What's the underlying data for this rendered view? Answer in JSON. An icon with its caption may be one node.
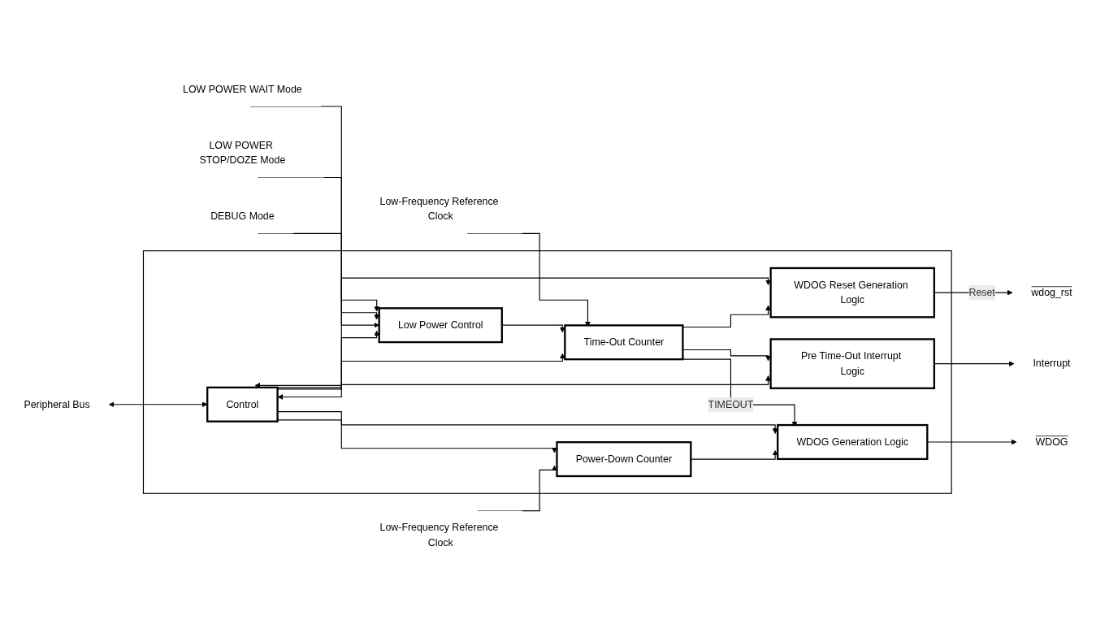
{
  "diagram": {
    "nodes": [
      {
        "text": [],
        "shape": "box"
      },
      {
        "text": [
          "LOW POWER WAIT Mode"
        ]
      },
      {
        "text": [
          "LOW POWER STOP/DOZE Mode"
        ]
      },
      {
        "text": [
          "DEBUG Mode"
        ]
      },
      {
        "text": [
          "Low-Frequency Reference Clock"
        ]
      },
      {
        "text": [
          "Low Power Control"
        ],
        "in": 0
      },
      {
        "text": [
          "Time-Out Counter"
        ],
        "in": 0
      },
      {
        "text": [
          "WDOG Reset Generation Logic"
        ],
        "in": 0
      },
      {
        "text": [
          "wdog_rst"
        ]
      },
      {
        "text": [
          "Peripheral Bus"
        ]
      },
      {
        "text": [
          "Control"
        ],
        "in": 0
      },
      {
        "text": [
          "Pre Time-Out Interrupt Logic"
        ],
        "in": 0
      },
      {
        "text": [
          "Interrupt"
        ]
      },
      {
        "text": [
          "Low-Frequency Reference Clock"
        ]
      },
      {
        "text": [
          "Power-Down Counter"
        ],
        "in": 0
      },
      {
        "text": [
          "WDOG Generation Logic"
        ],
        "in": 0
      },
      {
        "text": [
          "WDOG"
        ]
      }
    ],
    "edges": [
      {
        "from": 1,
        "to": 5,
        "arrow": "to"
      },
      {
        "from": 2,
        "to": 5,
        "arrow": "to"
      },
      {
        "from": 3,
        "to": 5,
        "arrow": "to"
      },
      {
        "from": 4,
        "to": 6,
        "arrow": "to"
      },
      {
        "from": 5,
        "to": 6,
        "arrow": "to"
      },
      {
        "from": 10,
        "to": 5,
        "arrow": "to"
      },
      {
        "from": 10,
        "to": 6,
        "arrow": "to"
      },
      {
        "from": 10,
        "to": 7,
        "arrow": "both"
      },
      {
        "from": 6,
        "to": 7,
        "arrow": "to"
      },
      {
        "from": 6,
        "to": 11,
        "arrow": "to"
      },
      {
        "from": 6,
        "to": 15,
        "arrow": "to",
        "label": "TIMEOUT"
      },
      {
        "from": 7,
        "to": 8,
        "arrow": "to",
        "label": "Reset"
      },
      {
        "from": 9,
        "to": 10,
        "arrow": "both"
      },
      {
        "from": 10,
        "to": 11,
        "arrow": "both"
      },
      {
        "from": 11,
        "to": 12,
        "arrow": "to"
      },
      {
        "from": 10,
        "to": 14,
        "arrow": "to"
      },
      {
        "from": 10,
        "to": 15,
        "arrow": "to"
      },
      {
        "from": 13,
        "to": 14,
        "arrow": "to"
      },
      {
        "from": 14,
        "to": 15,
        "arrow": "to"
      },
      {
        "from": 15,
        "to": 16,
        "arrow": "to"
      }
    ]
  }
}
